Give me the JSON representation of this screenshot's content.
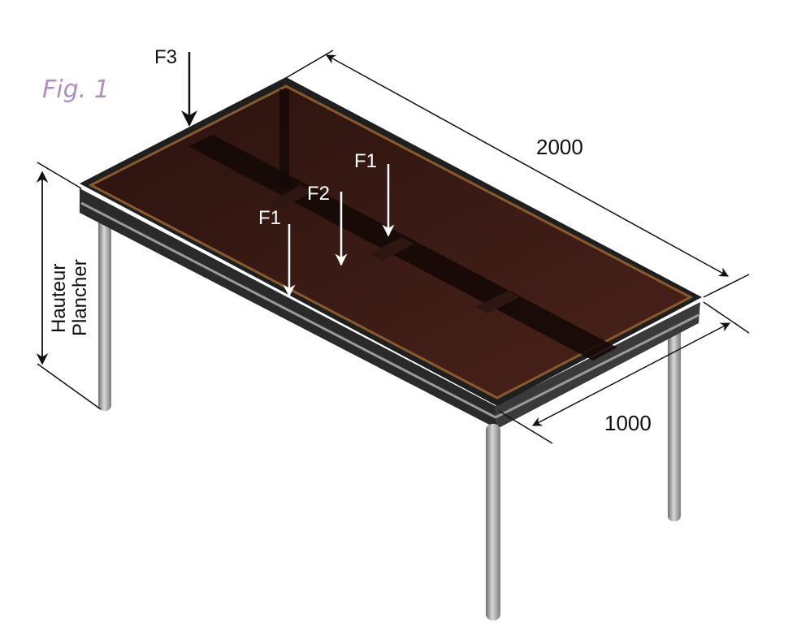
{
  "figure": {
    "caption": "Fig. 1",
    "caption_color": "#b48cc4"
  },
  "labels": {
    "length": "2000",
    "width": "1000",
    "height_line1": "Hauteur",
    "height_line2": "Plancher",
    "force_f1": "F1",
    "force_f2": "F2",
    "force_f3": "F3"
  },
  "colors": {
    "deck": "#3a1a14",
    "frame": "#1c1c1c",
    "edge_wood": "#8a5a2e",
    "leg": "#9a9a9a",
    "arrow_dark": "#111111",
    "arrow_light": "#ffffff"
  }
}
